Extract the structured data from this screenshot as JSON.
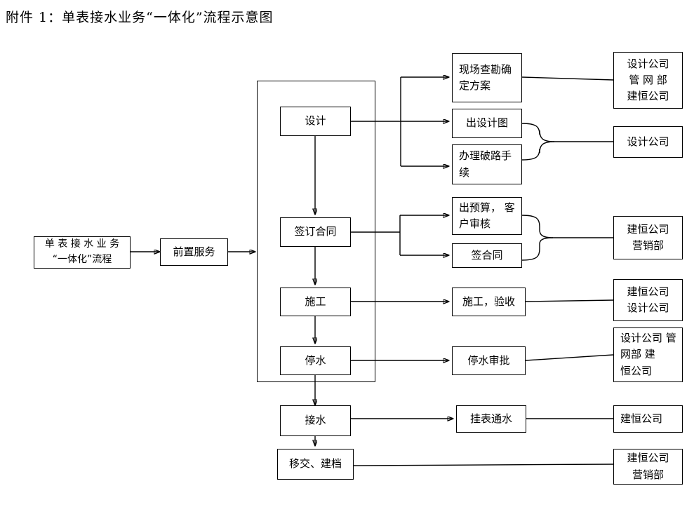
{
  "page": {
    "title": "附件 1：单表接水业务“一体化”流程示意图"
  },
  "diagram": {
    "type": "flowchart",
    "nodes": {
      "start": {
        "line1": "单 表 接 水 业 务",
        "line2": "“一体化”流程"
      },
      "pre_service": {
        "line1": "前置服务"
      },
      "design": {
        "line1": "设计"
      },
      "contract": {
        "line1": "签订合同"
      },
      "construction": {
        "line1": "施工"
      },
      "water_stop": {
        "line1": "停水"
      },
      "water_connect": {
        "line1": "接水"
      },
      "handover": {
        "line1": "移交、建档"
      },
      "survey_plan": {
        "line1": "现场查勘确",
        "line2": "定方案"
      },
      "design_drawing": {
        "line1": "出设计图"
      },
      "road_permit": {
        "line1": "办理破路手",
        "line2": "续"
      },
      "budget_review": {
        "line1": "出预算， 客",
        "line2": "户审核"
      },
      "sign_contract": {
        "line1": "签合同"
      },
      "build_accept": {
        "line1": "施工，验收"
      },
      "stop_approval": {
        "line1": "停水审批"
      },
      "meter_water": {
        "line1": "挂表通水"
      }
    },
    "owners": {
      "owner_design_pipe_jianheng": {
        "line1": "设计公司",
        "line2": "管 网 部",
        "line3": "建恒公司"
      },
      "owner_design_company": {
        "line1": "设计公司"
      },
      "owner_jianheng_marketing_1": {
        "line1": "建恒公司",
        "line2": "营销部"
      },
      "owner_jianheng_design": {
        "line1": "建恒公司",
        "line2": "设计公司"
      },
      "owner_design_pipe_jianheng_2": {
        "line1": "设计公司 管",
        "line2": "网部    建",
        "line3": "恒公司"
      },
      "owner_jianheng": {
        "line1": "建恒公司"
      },
      "owner_jianheng_marketing_2": {
        "line1": "建恒公司",
        "line2": "营销部"
      }
    },
    "style": {
      "line_color": "#000000",
      "box_fill": "#ffffff",
      "background": "#ffffff"
    }
  }
}
